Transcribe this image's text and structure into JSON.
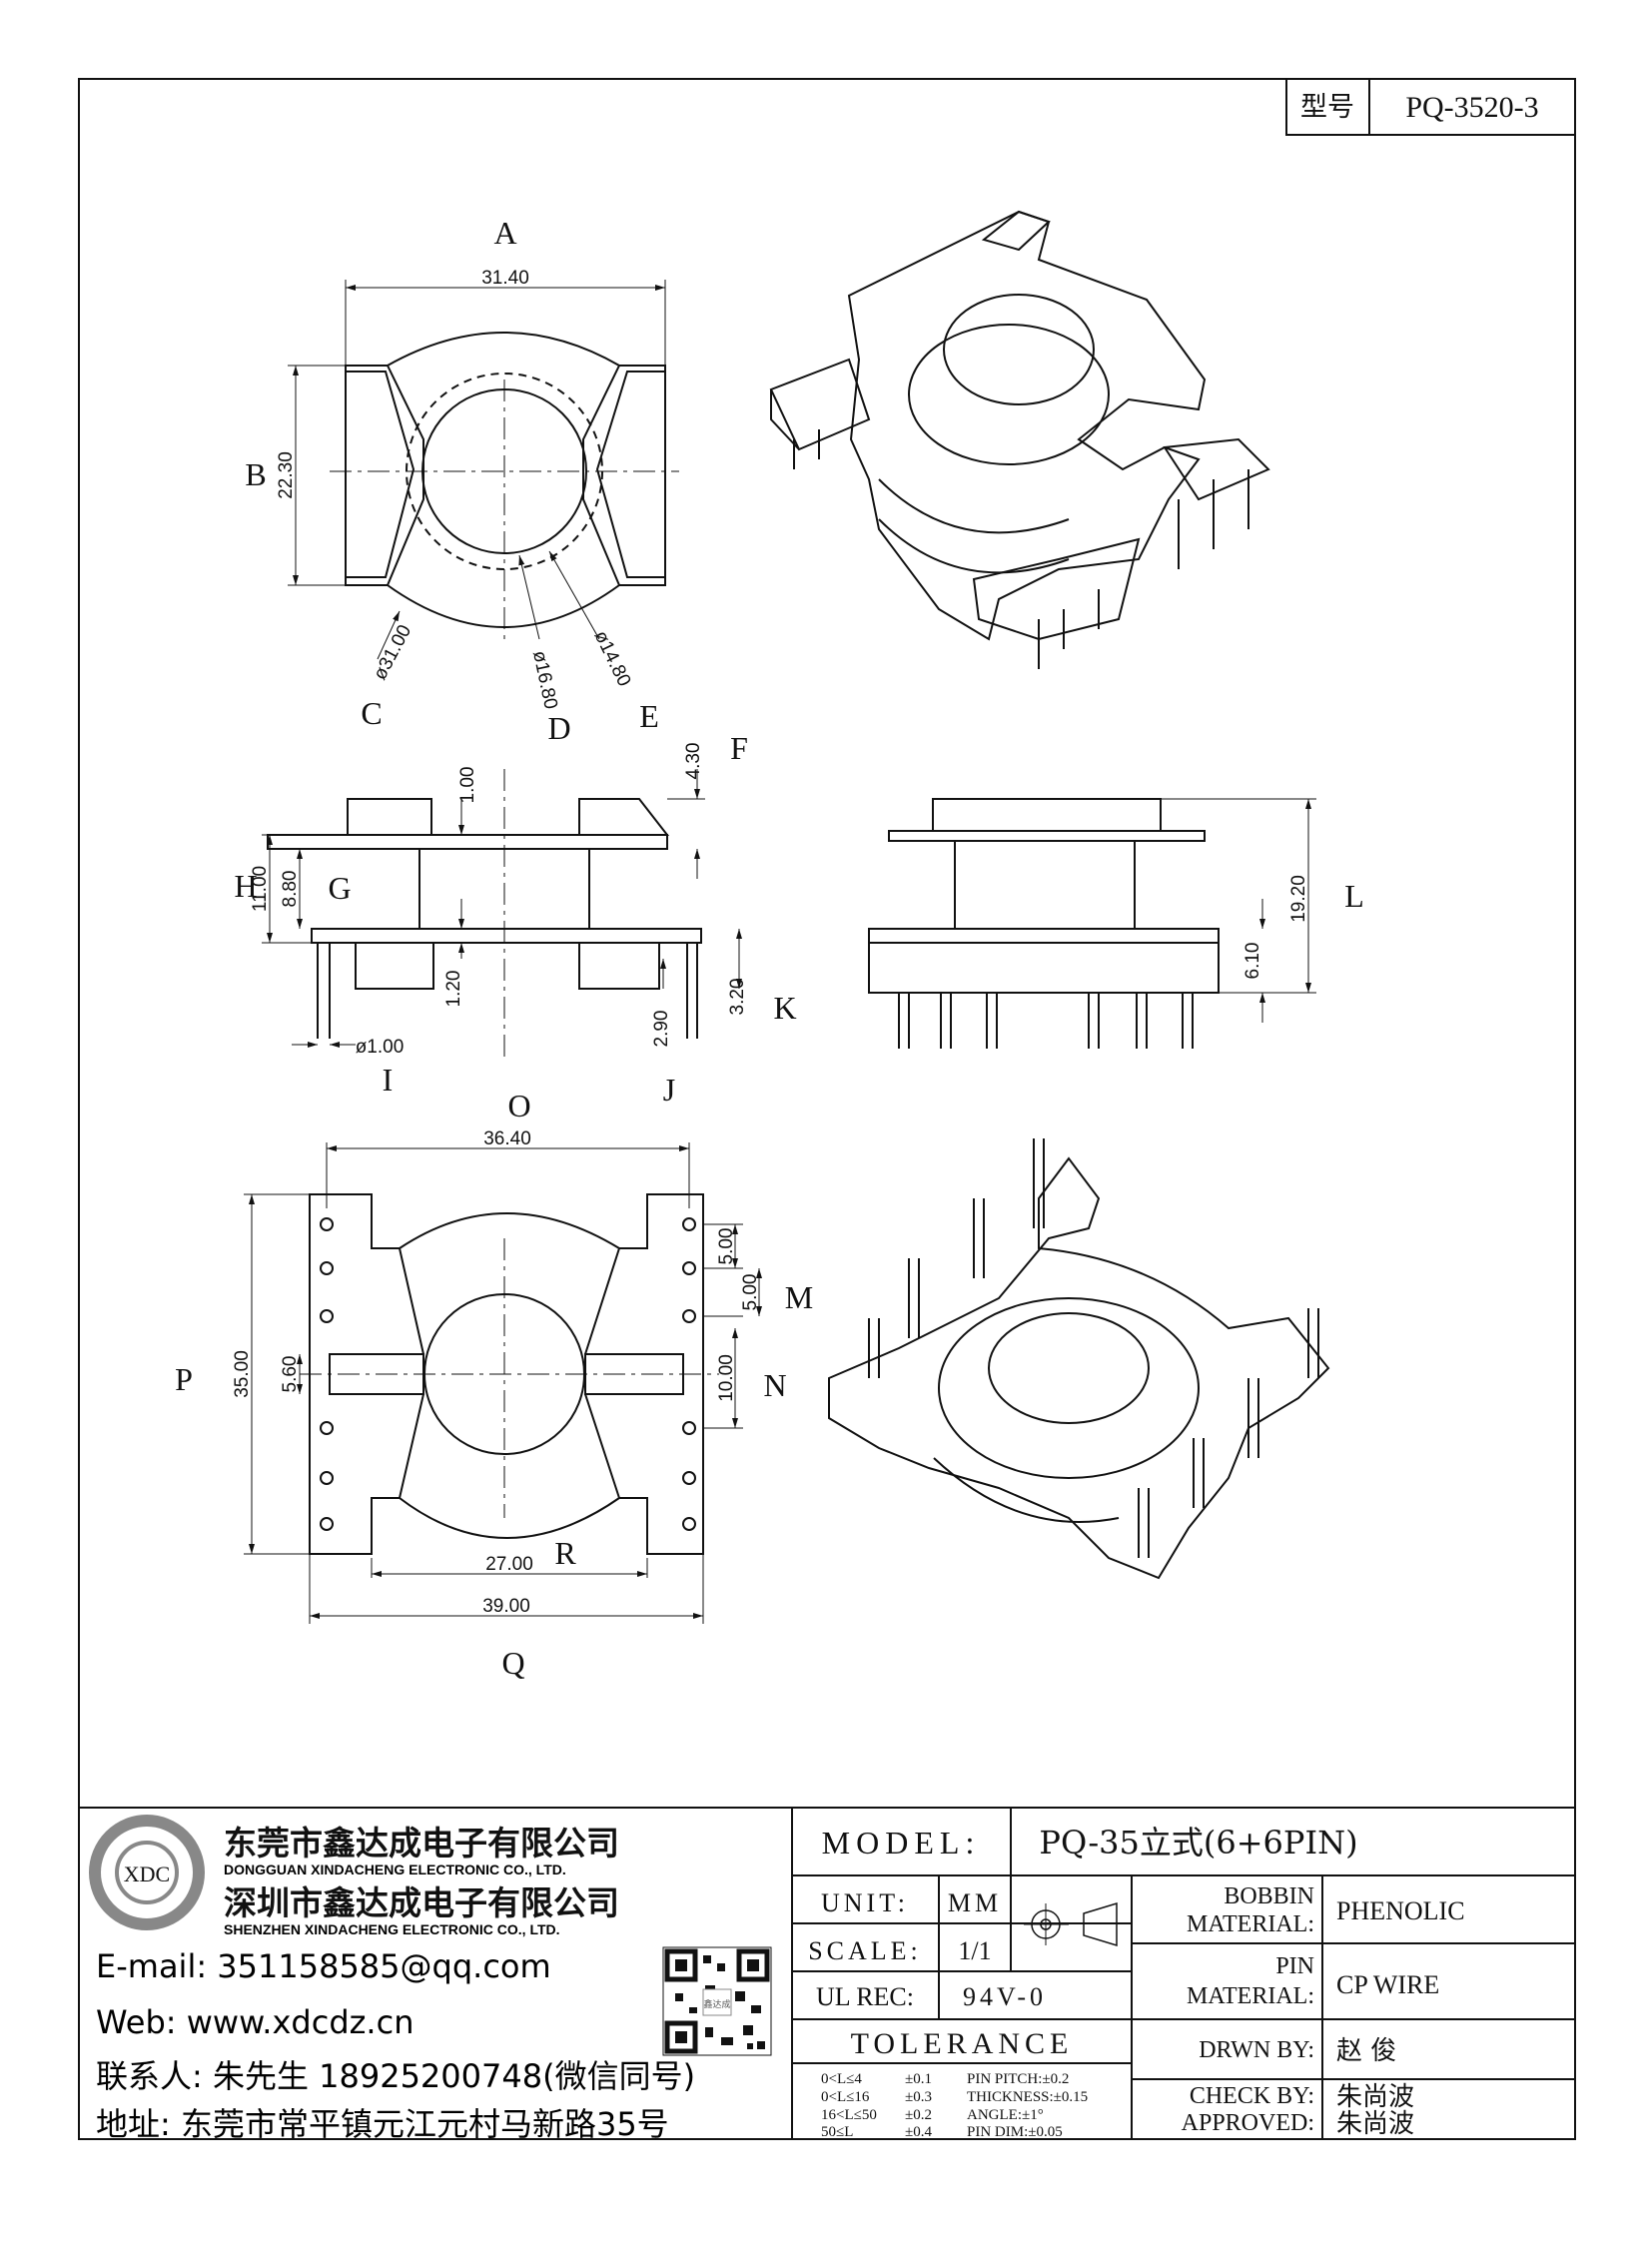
{
  "model_box": {
    "label": "型号",
    "value": "PQ-3520-3"
  },
  "top_view": {
    "dims": {
      "a": "31.40",
      "b": "22.30",
      "c": "ø31.00",
      "d": "ø16.80",
      "e": "ø14.80"
    },
    "letters": {
      "a": "A",
      "b": "B",
      "c": "C",
      "d": "D",
      "e": "E"
    }
  },
  "front_view": {
    "dims": {
      "f": "4.30",
      "h": "11.00",
      "g": "8.80",
      "top": "1.00",
      "bottom": "1.20",
      "j": "2.90",
      "k": "3.20",
      "i": "ø1.00"
    },
    "letters": {
      "f": "F",
      "h": "H",
      "g": "G",
      "i": "I",
      "j": "J",
      "k": "K"
    }
  },
  "side_view": {
    "dims": {
      "l": "19.20",
      "flange": "6.10"
    },
    "letters": {
      "l": "L"
    }
  },
  "bottom_view": {
    "dims": {
      "o": "36.40",
      "p": "35.00",
      "slot": "5.60",
      "m1": "5.00",
      "m2": "5.00",
      "n": "10.00",
      "r": "27.00",
      "q": "39.00"
    },
    "letters": {
      "o": "O",
      "p": "P",
      "m": "M",
      "n": "N",
      "r": "R",
      "q": "Q"
    }
  },
  "company": {
    "name_dg": "东莞市鑫达成电子有限公司",
    "name_dg_en": "DONGGUAN XINDACHENG ELECTRONIC CO., LTD.",
    "name_sz": "深圳市鑫达成电子有限公司",
    "name_sz_en": "SHENZHEN XINDACHENG ELECTRONIC CO., LTD.",
    "logo_text": "XDC",
    "email": "E-mail: 351158585@qq.com",
    "web": "Web: www.xdcdz.cn",
    "contact": "联系人: 朱先生 18925200748(微信同号)",
    "address": "地址: 东莞市常平镇元江元村马新路35号",
    "qr_text": "鑫达成"
  },
  "title_block": {
    "model_label": "MODEL:",
    "model_value": "PQ-35立式(6+6PIN)",
    "unit_label": "UNIT:",
    "unit_value": "MM",
    "scale_label": "SCALE:",
    "scale_value": "1/1",
    "ul_label": "UL REC:",
    "ul_value": "94V-0",
    "tolerance_label": "TOLERANCE",
    "tol_rows": [
      {
        "range": "0<L≤4",
        "tol": "±0.1",
        "spec": "PIN PITCH:±0.2"
      },
      {
        "range": "0<L≤16",
        "tol": "±0.3",
        "spec": "THICKNESS:±0.15"
      },
      {
        "range": "16<L≤50",
        "tol": "±0.2",
        "spec": "ANGLE:±1°"
      },
      {
        "range": "50≤L",
        "tol": "±0.4",
        "spec": "PIN DIM:±0.05"
      }
    ],
    "bobbin_label_1": "BOBBIN",
    "bobbin_label_2": "MATERIAL:",
    "bobbin_value": "PHENOLIC",
    "pin_label_1": "PIN",
    "pin_label_2": "MATERIAL:",
    "pin_value": "CP WIRE",
    "drawn_label": "DRWN BY:",
    "drawn_value": "赵 俊",
    "check_label": "CHECK BY:",
    "check_value": "朱尚波",
    "approved_label": "APPROVED:",
    "approved_value": "朱尚波"
  }
}
